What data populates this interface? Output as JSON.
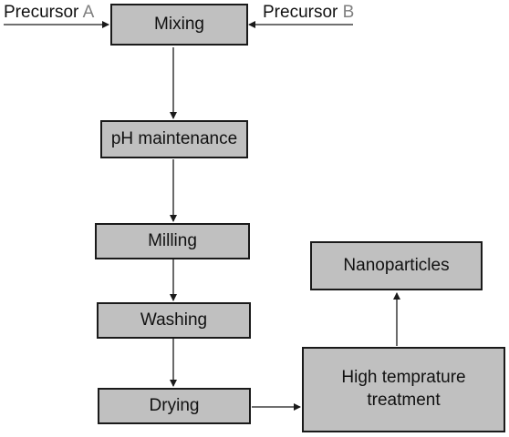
{
  "inputs": {
    "a": {
      "prefix": "Precursor ",
      "letter": "A"
    },
    "b": {
      "prefix": "Precursor ",
      "letter": "B"
    }
  },
  "steps": {
    "mixing": "Mixing",
    "ph": "pH maintenance",
    "milling": "Milling",
    "washing": "Washing",
    "drying": "Drying",
    "high_temp_line1": "High temprature",
    "high_temp_line2": "treatment",
    "nanoparticles": "Nanoparticles"
  }
}
